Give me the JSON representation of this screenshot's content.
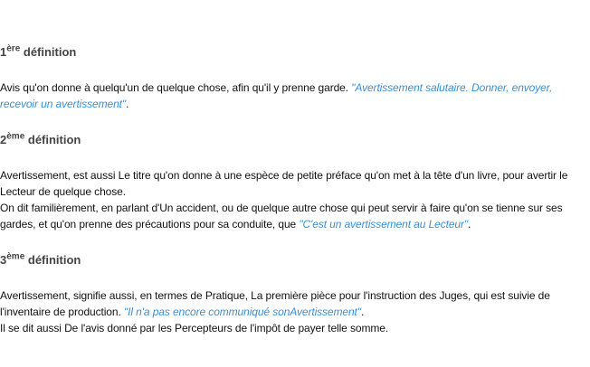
{
  "definitions": [
    {
      "num": "1",
      "sup": "ère",
      "label": "définition",
      "paragraphs": [
        {
          "text": "Avis qu'on donne à quelqu'un de quelque chose, afin qu'il y prenne garde. ",
          "example": "\"Avertissement salutaire. Donner, envoyer, recevoir un avertissement\"",
          "after": "."
        }
      ]
    },
    {
      "num": "2",
      "sup": "ème",
      "label": "définition",
      "paragraphs": [
        {
          "text": "Avertissement, est aussi Le titre qu'on donne à une espèce de petite préface qu'on met à la tête d'un livre, pour avertir le Lecteur de quelque chose."
        },
        {
          "text": "On dit familièrement, en parlant d'Un accident, ou de quelque autre chose qui peut servir à faire qu'on se tienne sur ses gardes, et qu'on prenne des précautions pour sa conduite, que ",
          "example": "\"C'est un avertissement au Lecteur\"",
          "after": "."
        }
      ]
    },
    {
      "num": "3",
      "sup": "ème",
      "label": "définition",
      "paragraphs": [
        {
          "text": "Avertissement, signifie aussi, en termes de Pratique, La première pièce pour l'instruction des Juges, qui est suivie de l'inventaire de production. ",
          "example": "\"Il n'a pas encore communiqué sonAvertissement\"",
          "after": "."
        },
        {
          "text": "Il se dit aussi De l'avis donné par les Percepteurs de l'impôt de payer telle somme."
        }
      ]
    }
  ]
}
